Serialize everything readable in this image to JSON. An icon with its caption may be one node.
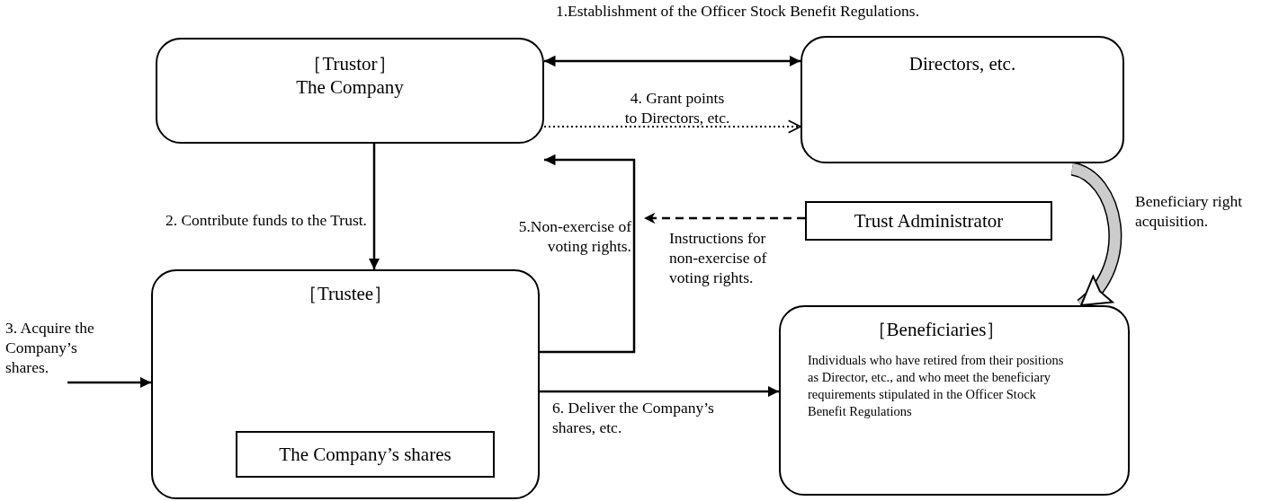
{
  "diagram": {
    "nodes": [
      {
        "text": [
          "［Trustor］",
          "The Company"
        ]
      },
      {
        "text": [
          "Directors, etc."
        ]
      },
      {
        "text": [
          "Trust Administrator"
        ]
      },
      {
        "text": [
          "［Trustee］"
        ]
      },
      {
        "text": [
          "The Company’s shares"
        ],
        "in": 3
      },
      {
        "text": [
          "［Beneficiaries］",
          "Individuals who have retired from their positions as Director, etc., and who meet the beneficiary requirements stipulated in the Officer Stock Benefit Regulations"
        ]
      }
    ],
    "edges": [
      {
        "from": 0,
        "to": 1,
        "arrow": "both",
        "label": "1.Establishment of the Officer Stock Benefit Regulations."
      },
      {
        "from": 0,
        "to": 1,
        "arrow": "to",
        "style": "dashed",
        "label": "4. Grant points to Directors, etc."
      },
      {
        "from": 0,
        "to": 3,
        "arrow": "to",
        "label": "2. Contribute funds to the Trust."
      },
      {
        "from": null,
        "to": 3,
        "arrow": "to",
        "label": "3. Acquire the Company’s shares."
      },
      {
        "from": 3,
        "to": 0,
        "arrow": "to",
        "label": "5.Non-exercise of voting rights."
      },
      {
        "from": 2,
        "to": null,
        "arrow": "to",
        "style": "dashed",
        "label": "Instructions for non-exercise of voting rights."
      },
      {
        "from": 3,
        "to": 5,
        "arrow": "to",
        "label": "6. Deliver the Company’s shares, etc."
      },
      {
        "from": 1,
        "to": 5,
        "arrow": "to",
        "style": "thick",
        "color": "#cccccc",
        "label": "Beneficiary right acquisition."
      }
    ]
  }
}
